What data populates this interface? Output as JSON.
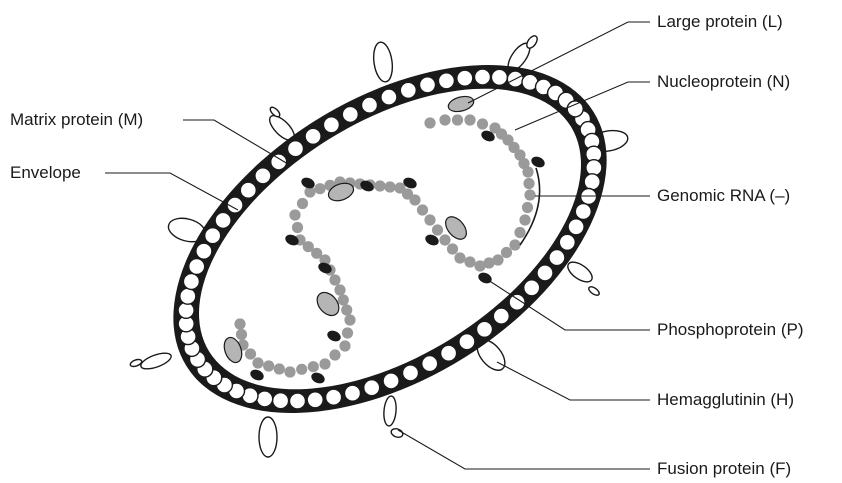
{
  "labels": {
    "large_protein": "Large protein (L)",
    "nucleoprotein": "Nucleoprotein (N)",
    "matrix_protein": "Matrix protein (M)",
    "envelope": "Envelope",
    "genomic_rna": "Genomic RNA (–)",
    "phosphoprotein": "Phosphoprotein (P)",
    "hemagglutinin": "Hemagglutinin (H)",
    "fusion_protein": "Fusion protein (F)"
  },
  "colors": {
    "envelope": "#1a1a1a",
    "matrix_bead": "#ffffff",
    "nucleoprotein_bead": "#9a9a9a",
    "phosphoprotein": "#1a1a1a",
    "large_protein": "#b5b5b5",
    "glycoprotein": "#ffffff",
    "leader_line": "#1a1a1a"
  }
}
